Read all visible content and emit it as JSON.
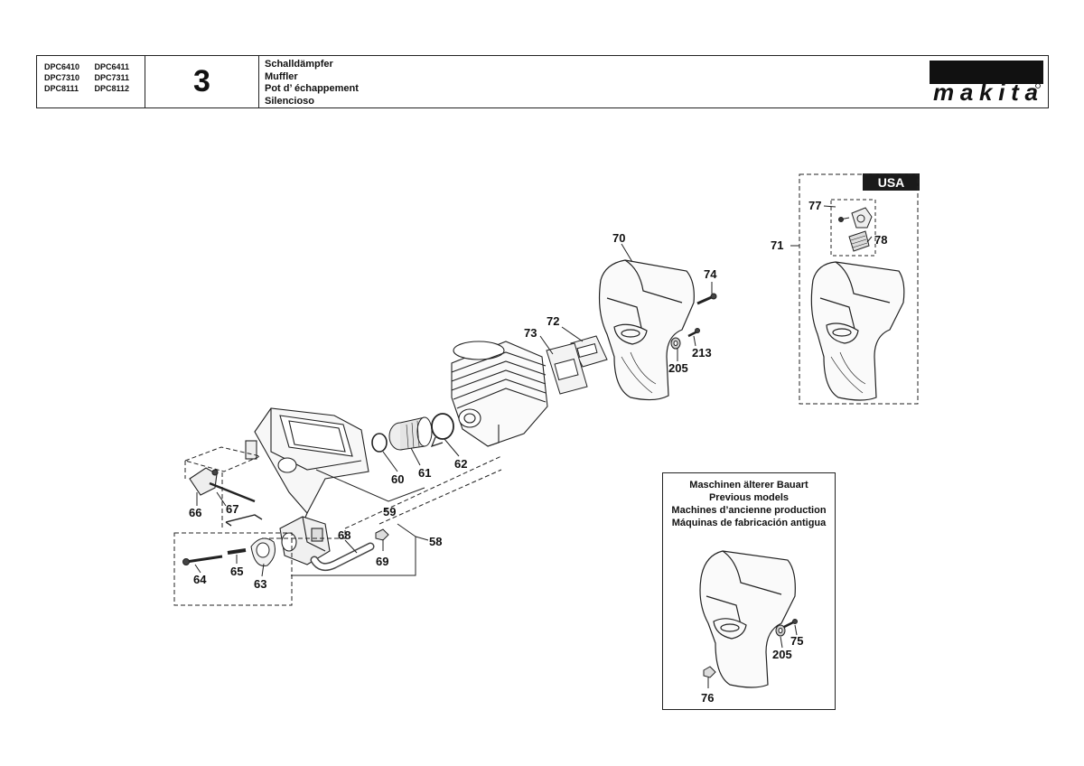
{
  "header": {
    "models": [
      [
        "DPC6410",
        "DPC6411"
      ],
      [
        "DPC7310",
        "DPC7311"
      ],
      [
        "DPC8111",
        "DPC8112"
      ]
    ],
    "page_number": "3",
    "titles": [
      "Schalldämpfer",
      "Muffler",
      "Pot d’ échappement",
      "Silencioso"
    ],
    "brand": "makita"
  },
  "usa_box": {
    "badge": "USA"
  },
  "previous_models": {
    "title_lines": [
      "Maschinen älterer Bauart",
      "Previous models",
      "Machines d’ancienne production",
      "Máquinas de fabricación antigua"
    ],
    "labels": {
      "p75": "75",
      "p205": "205",
      "p76": "76"
    }
  },
  "parts": {
    "p70": "70",
    "p74": "74",
    "p72": "72",
    "p73": "73",
    "p213": "213",
    "p205": "205",
    "p71": "71",
    "p77": "77",
    "p78": "78",
    "p60": "60",
    "p61": "61",
    "p62": "62",
    "p59": "59",
    "p58": "58",
    "p66": "66",
    "p67": "67",
    "p68": "68",
    "p69": "69",
    "p64": "64",
    "p65": "65",
    "p63": "63"
  }
}
